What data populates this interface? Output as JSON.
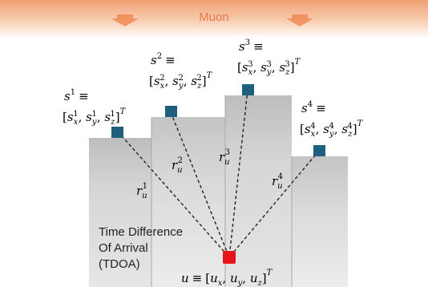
{
  "banner": {
    "label": "Muon",
    "band_color": "#f2a477",
    "arrow_color": "#ee8a55",
    "text_color": "#e8764a"
  },
  "sensors": [
    {
      "id": "s1",
      "sym": "s",
      "sup": "1",
      "eq": "≡",
      "x": "s",
      "x_sub": "x",
      "x_sup": "1",
      "y": "s",
      "y_sub": "y",
      "y_sup": "1",
      "z": "s",
      "z_sub": "z",
      "z_sup": "1",
      "T": "T"
    },
    {
      "id": "s2",
      "sym": "s",
      "sup": "2",
      "eq": "≡",
      "x": "s",
      "x_sub": "x",
      "x_sup": "2",
      "y": "s",
      "y_sub": "y",
      "y_sup": "2",
      "z": "s",
      "z_sub": "z",
      "z_sup": "2",
      "T": "T"
    },
    {
      "id": "s3",
      "sym": "s",
      "sup": "3",
      "eq": "≡",
      "x": "s",
      "x_sub": "x",
      "x_sup": "3",
      "y": "s",
      "y_sub": "y",
      "y_sup": "3",
      "z": "s",
      "z_sub": "z",
      "z_sup": "3",
      "T": "T"
    },
    {
      "id": "s4",
      "sym": "s",
      "sup": "4",
      "eq": "≡",
      "x": "s",
      "x_sub": "x",
      "x_sup": "4",
      "y": "s",
      "y_sub": "y",
      "y_sup": "4",
      "z": "s",
      "z_sub": "z",
      "z_sup": "4",
      "T": "T"
    }
  ],
  "ranges": [
    {
      "sym": "r",
      "sub": "u",
      "sup": "1"
    },
    {
      "sym": "r",
      "sub": "u",
      "sup": "2"
    },
    {
      "sym": "r",
      "sub": "u",
      "sup": "3"
    },
    {
      "sym": "r",
      "sub": "u",
      "sup": "4"
    }
  ],
  "receiver": {
    "sym": "u",
    "eq": "≡",
    "x_sub": "x",
    "y_sub": "y",
    "z_sub": "z",
    "T": "T"
  },
  "tdoa": {
    "line1": "Time Difference",
    "line2": "Of Arrival",
    "line3": "(TDOA)"
  },
  "colors": {
    "sensor": "#1f5f7e",
    "receiver": "#e8141b",
    "building": "#cfcfcf",
    "building_dark": "#b9b9b9"
  }
}
